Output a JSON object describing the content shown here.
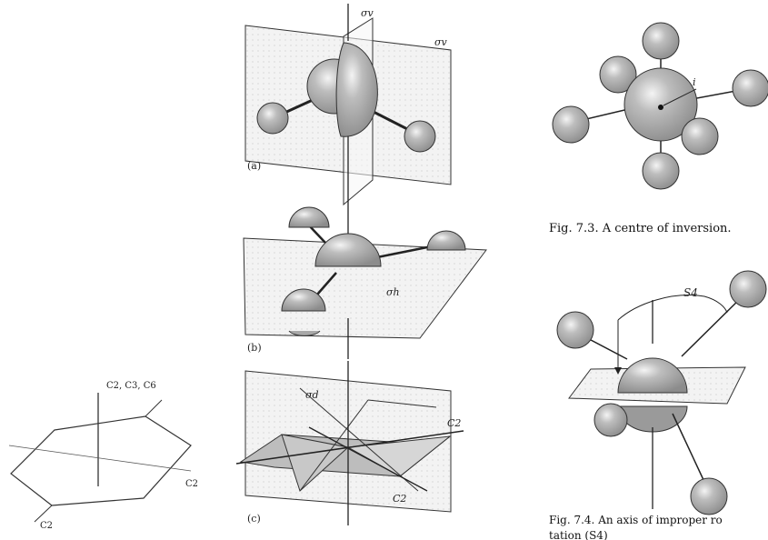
{
  "panels": {
    "hexagon": {
      "axis_label": "C2, C3, C6",
      "edge_label": "C2",
      "corner_label": "C2"
    },
    "a": {
      "tag": "(a)",
      "mirror_label_1": "σv",
      "mirror_label_2": "σv"
    },
    "b": {
      "tag": "(b)",
      "mirror_label": "σh"
    },
    "c": {
      "tag": "(c)",
      "mirror_label": "σd",
      "axis_label_1": "C2",
      "axis_label_2": "C2"
    }
  },
  "fig_7_3": {
    "caption": "Fig. 7.3.  A centre of inversion.",
    "center_label": "i"
  },
  "fig_7_4": {
    "caption_line1": "Fig. 7.4.  An axis of improper ro",
    "caption_line2": "tation (S4)",
    "axis_label": "S4"
  }
}
